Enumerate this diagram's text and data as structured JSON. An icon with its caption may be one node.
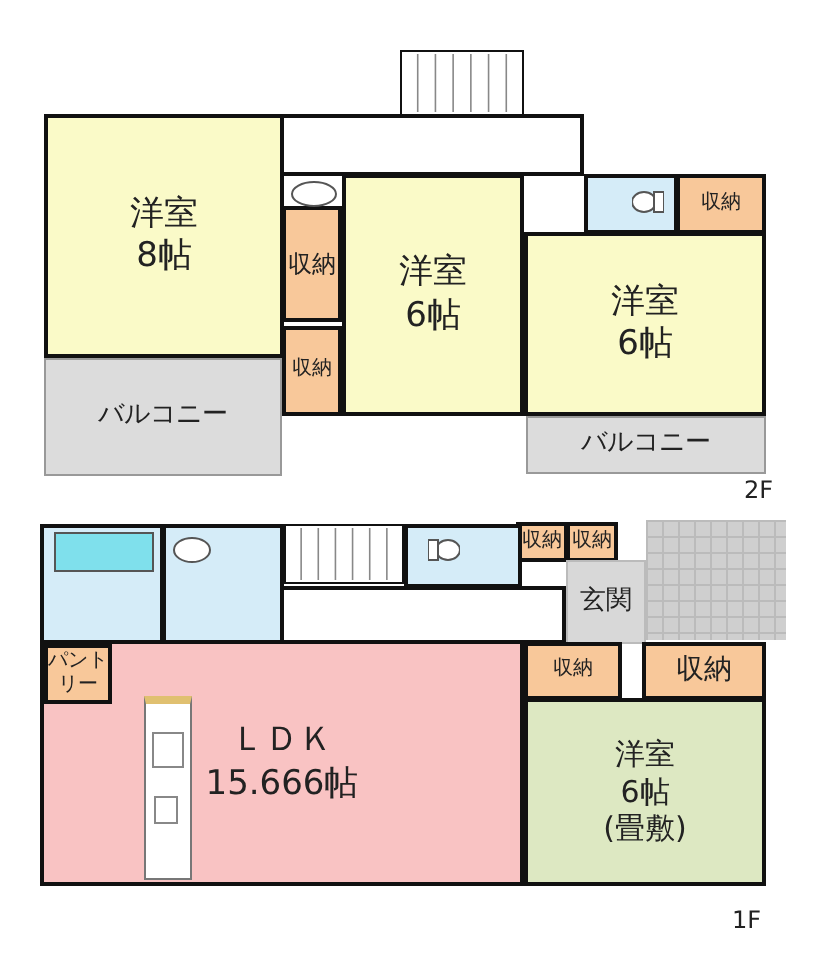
{
  "diagram": {
    "nodes": [
      {
        "text": [
          "洋室",
          "8帖"
        ]
      },
      {
        "text": [
          "収納"
        ]
      },
      {
        "text": [
          "収納"
        ]
      },
      {
        "text": [
          "洋室",
          "6帖"
        ]
      },
      {
        "text": [
          "洋室",
          "6帖"
        ]
      },
      {
        "text": [
          "収納"
        ]
      },
      {
        "text": [
          "バルコニー"
        ]
      },
      {
        "text": [
          "バルコニー"
        ]
      },
      {
        "text": [
          "収納"
        ]
      },
      {
        "text": [
          "収納"
        ]
      },
      {
        "text": [
          "玄関"
        ]
      },
      {
        "text": [
          "ＬＤＫ",
          "15.666帖"
        ]
      },
      {
        "text": [
          "パントリー"
        ],
        "in": 11
      },
      {
        "text": [
          "収納"
        ]
      },
      {
        "text": [
          "収納"
        ]
      },
      {
        "text": [
          "洋室",
          "6帖",
          "(畳敷)"
        ]
      },
      {
        "text": [],
        "shape": "box"
      },
      {
        "text": [],
        "shape": "box"
      },
      {
        "text": [],
        "shape": "box"
      },
      {
        "text": [],
        "shape": "box"
      },
      {
        "text": [],
        "shape": "box"
      },
      {
        "text": [],
        "shape": "box"
      },
      {
        "text": [],
        "shape": "box"
      }
    ],
    "labels": [
      "2F",
      "1F"
    ]
  }
}
